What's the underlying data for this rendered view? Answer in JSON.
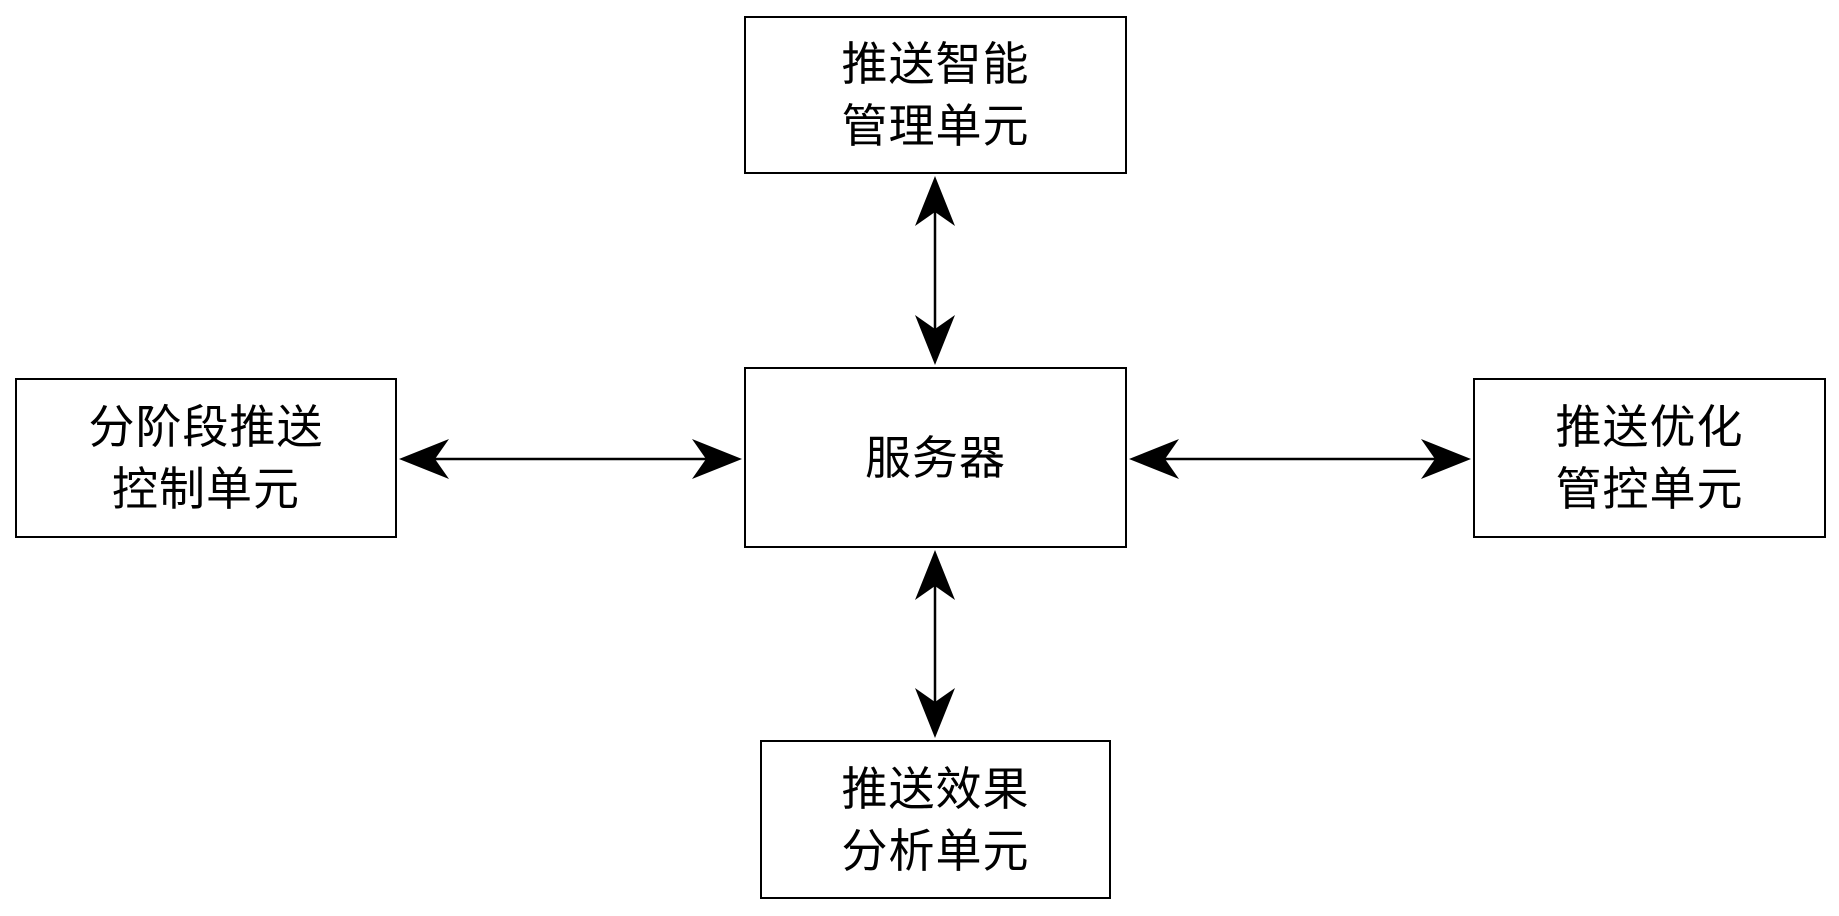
{
  "diagram": {
    "nodes": {
      "top": {
        "lines": [
          "推送智能",
          "管理单元"
        ]
      },
      "center": {
        "lines": [
          "服务器"
        ]
      },
      "left": {
        "lines": [
          "分阶段推送",
          "控制单元"
        ]
      },
      "right": {
        "lines": [
          "推送优化",
          "管控单元"
        ]
      },
      "bottom": {
        "lines": [
          "推送效果",
          "分析单元"
        ]
      }
    },
    "edges": [
      {
        "from": "center",
        "to": "top",
        "direction": "bidirectional"
      },
      {
        "from": "center",
        "to": "left",
        "direction": "bidirectional"
      },
      {
        "from": "center",
        "to": "right",
        "direction": "bidirectional"
      },
      {
        "from": "center",
        "to": "bottom",
        "direction": "bidirectional"
      }
    ],
    "colors": {
      "stroke": "#000000",
      "background": "#ffffff"
    }
  }
}
